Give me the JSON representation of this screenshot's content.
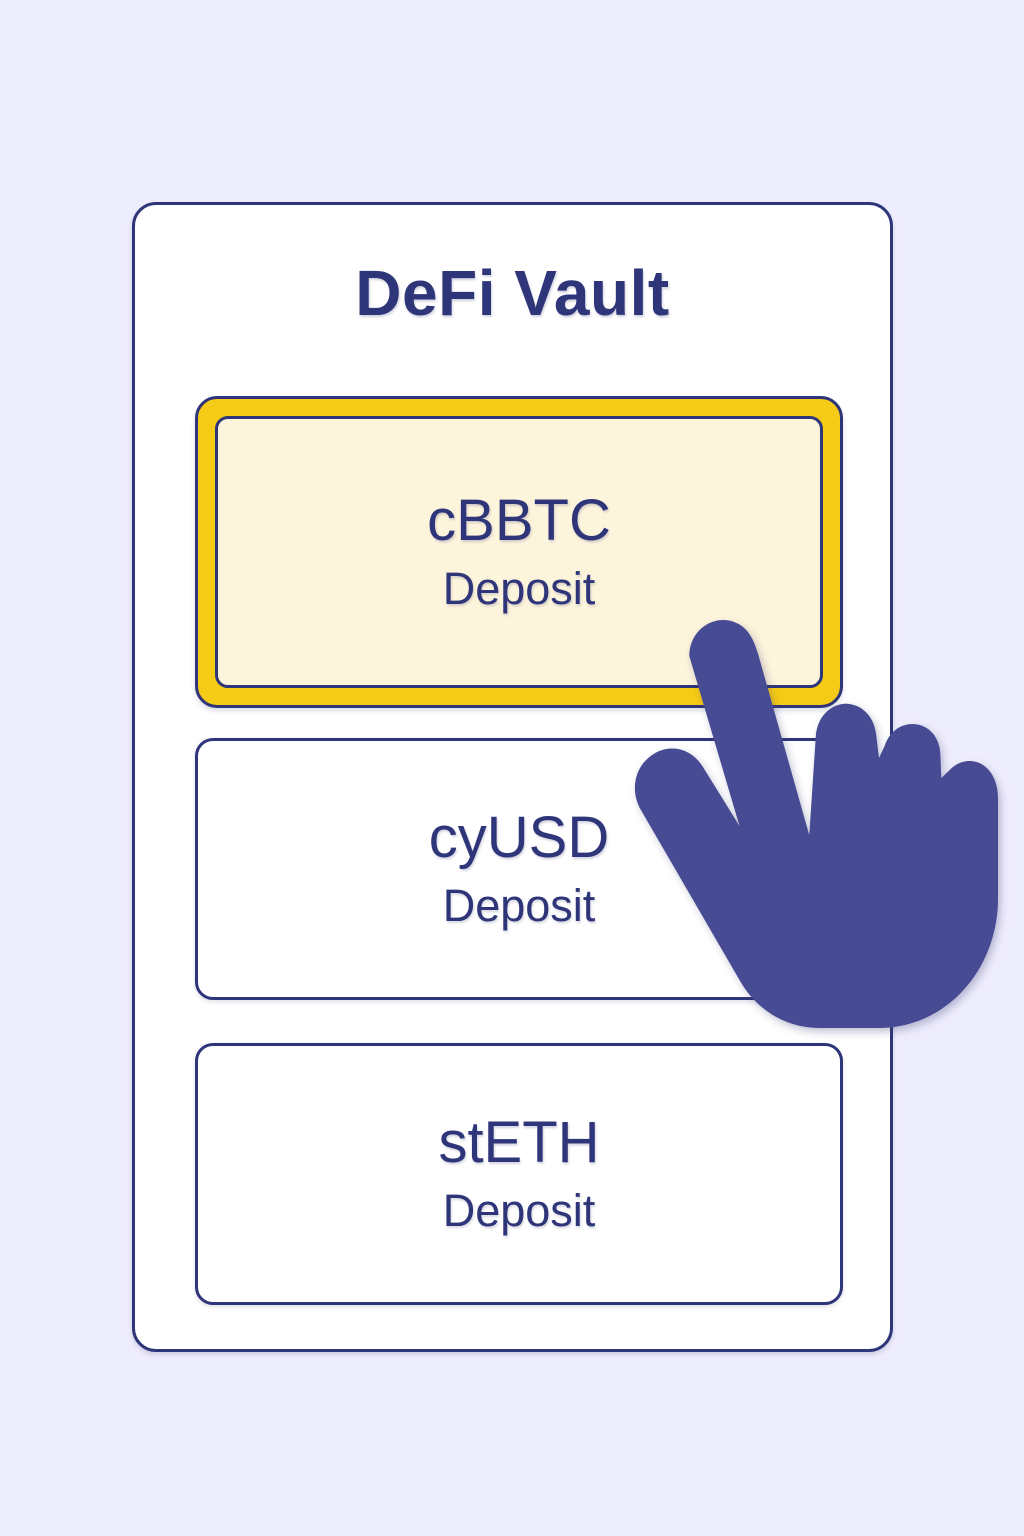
{
  "app": {
    "title": "DeFi Vault",
    "background_color": "#eeedfd",
    "panel_color": "#ffffff",
    "accent_navy": "#2f3579",
    "highlight_yellow": "#f5cb15",
    "highlight_fill": "#fdf4dc",
    "cursor_color": "#474c94"
  },
  "options": [
    {
      "token": "cBBTC",
      "action": "Deposit",
      "selected": true
    },
    {
      "token": "cyUSD",
      "action": "Deposit",
      "selected": false
    },
    {
      "token": "stETH",
      "action": "Deposit",
      "selected": false
    }
  ],
  "cursor": {
    "icon": "pointing-hand-cursor",
    "points_at": "cBBTC Deposit"
  }
}
